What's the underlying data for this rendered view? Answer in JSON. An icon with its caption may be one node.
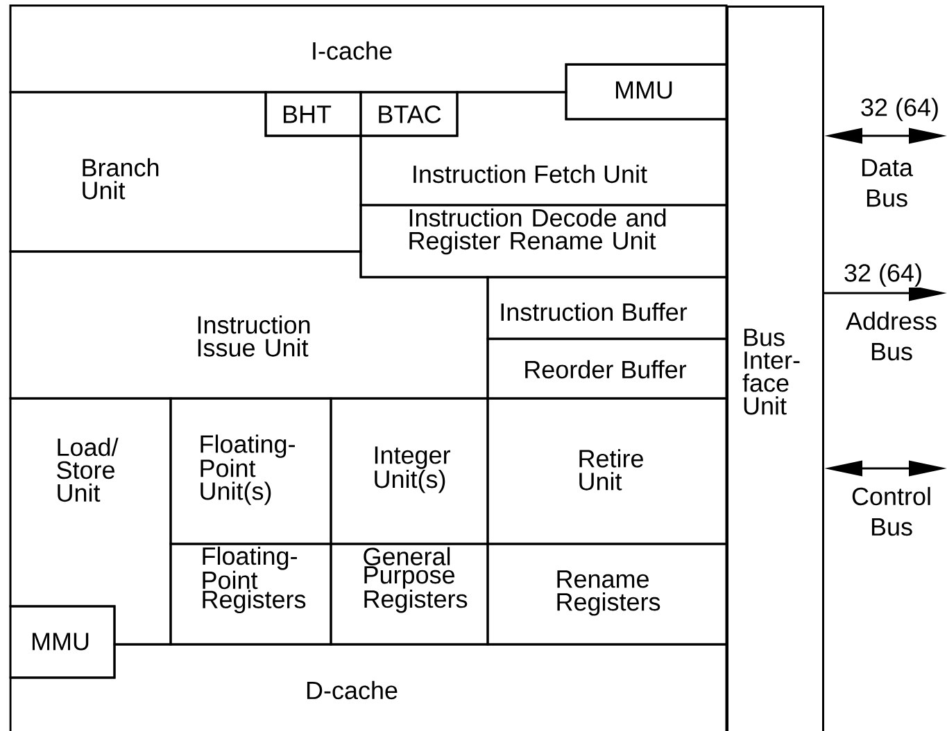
{
  "diagram": {
    "nodes": [
      {
        "text": [
          "I-cache"
        ]
      },
      {
        "text": [
          "MMU"
        ]
      },
      {
        "text": [
          "BHT"
        ]
      },
      {
        "text": [
          "BTAC"
        ]
      },
      {
        "text": [
          "Branch Unit"
        ]
      },
      {
        "text": [
          "Instruction Fetch Unit"
        ]
      },
      {
        "text": [
          "Instruction Decode and Register Rename Unit"
        ]
      },
      {
        "text": [
          "Instruction Issue Unit"
        ]
      },
      {
        "text": [
          "Instruction Buffer"
        ]
      },
      {
        "text": [
          "Reorder Buffer"
        ]
      },
      {
        "text": [
          "Load/ Store Unit"
        ]
      },
      {
        "text": [
          "Floating-Point Unit(s)"
        ]
      },
      {
        "text": [
          "Integer Unit(s)"
        ]
      },
      {
        "text": [
          "Retire Unit"
        ]
      },
      {
        "text": [
          "Floating-Point Registers"
        ]
      },
      {
        "text": [
          "General Purpose Registers"
        ]
      },
      {
        "text": [
          "Rename Registers"
        ]
      },
      {
        "text": [
          "MMU"
        ]
      },
      {
        "text": [
          "D-cache"
        ]
      },
      {
        "text": [
          "Bus Inter-face Unit"
        ]
      }
    ],
    "edges": [
      {
        "from": 19,
        "to": null,
        "arrow": "both",
        "label": "32 (64)"
      },
      {
        "from": 19,
        "to": null,
        "arrow": "to",
        "label": "32 (64)"
      },
      {
        "from": 19,
        "to": null,
        "arrow": "both"
      }
    ],
    "labels": [
      "Data Bus",
      "Address Bus",
      "Control Bus"
    ]
  }
}
